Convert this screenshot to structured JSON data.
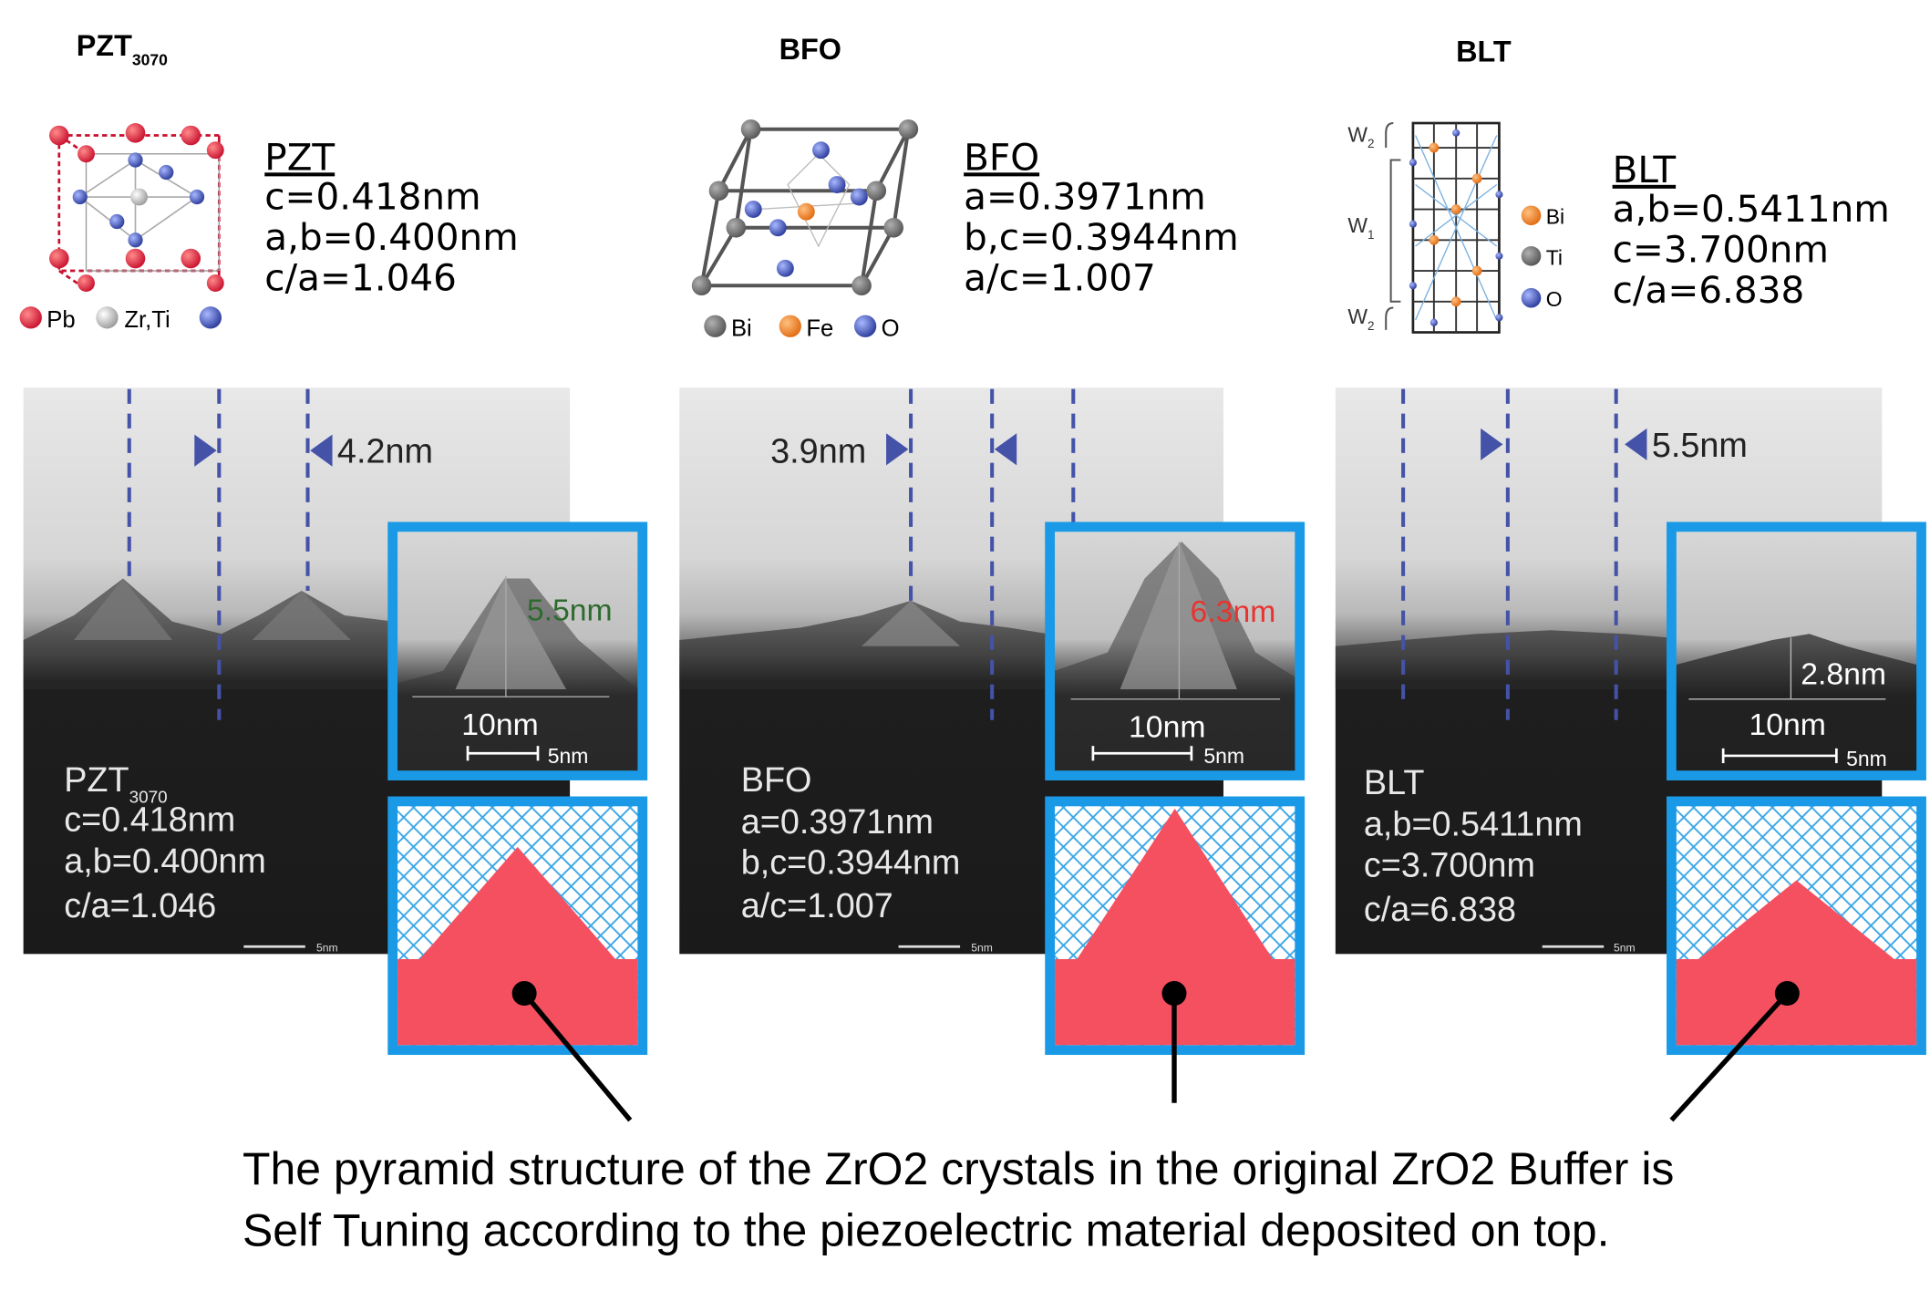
{
  "panels": {
    "pzt": {
      "header_main": "PZT",
      "header_sub": "3070",
      "legend": [
        "Pb",
        "Zr,Ti"
      ],
      "props": {
        "title": "PZT",
        "l1": "c=0.418nm",
        "l2": "a,b=0.400nm",
        "l3": "c/a=1.046"
      },
      "tem": {
        "name_main": "PZT",
        "name_sub": "3070",
        "l1": "c=0.418nm",
        "l2": "a,b=0.400nm",
        "l3": "c/a=1.046",
        "spacing": "4.2nm",
        "scale": "5nm"
      },
      "inset": {
        "height": "5.5nm",
        "height_color": "#2e6b2e",
        "width": "10nm",
        "scale": "5nm"
      },
      "pyramid_height": 0.47
    },
    "bfo": {
      "header": "BFO",
      "legend": [
        "Bi",
        "Fe",
        "O"
      ],
      "props": {
        "title": "BFO",
        "l1": "a=0.3971nm",
        "l2": "b,c=0.3944nm",
        "l3": "a/c=1.007"
      },
      "tem": {
        "name": "BFO",
        "l1": "a=0.3971nm",
        "l2": "b,c=0.3944nm",
        "l3": "a/c=1.007",
        "spacing": "3.9nm",
        "scale": "5nm"
      },
      "inset": {
        "height": "6.3nm",
        "height_color": "#e8332e",
        "width": "10nm",
        "scale": "5nm"
      },
      "pyramid_height": 0.63
    },
    "blt": {
      "header": "BLT",
      "legend": [
        "Bi",
        "Ti",
        "O"
      ],
      "layers": [
        "W2",
        "W1",
        "W2"
      ],
      "props": {
        "title": "BLT",
        "l1": "a,b=0.5411nm",
        "l2": "c=3.700nm",
        "l3": "c/a=6.838"
      },
      "tem": {
        "name": "BLT",
        "l1": "a,b=0.5411nm",
        "l2": "c=3.700nm",
        "l3": "c/a=6.838",
        "spacing": "5.5nm",
        "scale": "5nm"
      },
      "inset": {
        "height": "2.8nm",
        "height_color": "#ffffff",
        "width": "10nm",
        "scale": "5nm"
      },
      "pyramid_height": 0.33
    }
  },
  "colors": {
    "frame_blue": "#1a9ae6",
    "pyramid_red": "#f55060",
    "mesh_blue": "#3aa6e6",
    "dash_blue": "#4452a8"
  },
  "caption": {
    "line1": "The pyramid structure of the ZrO2 crystals in the original ZrO2 Buffer is",
    "line2": "Self Tuning according to the piezoelectric material deposited on top."
  }
}
